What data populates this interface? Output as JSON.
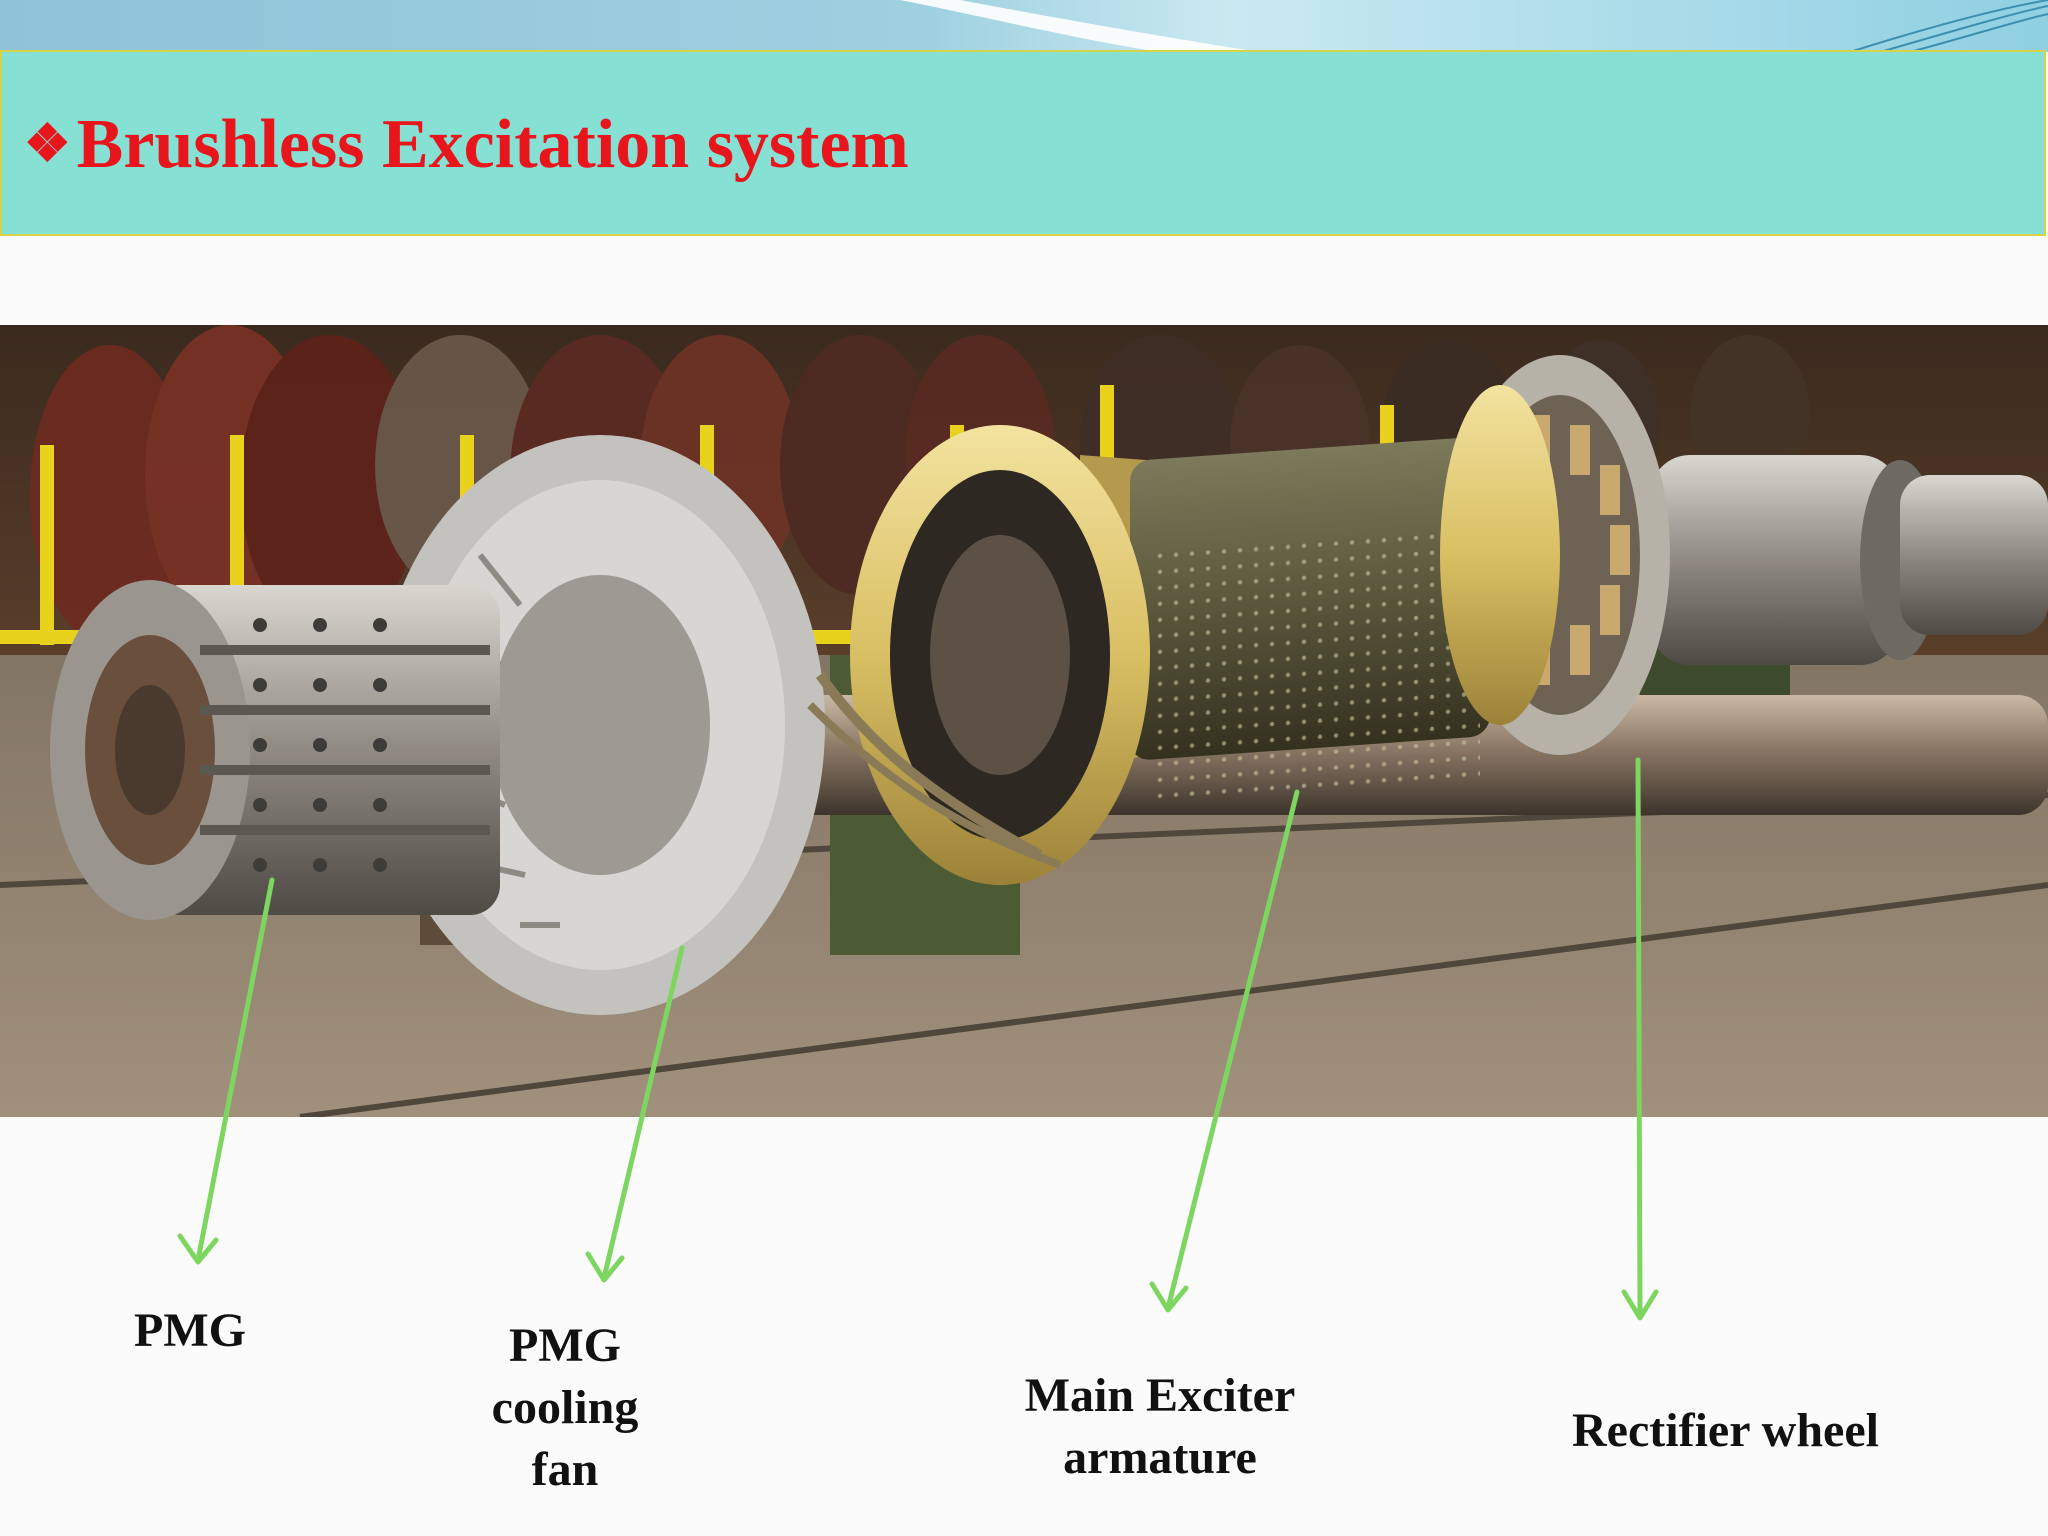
{
  "slide": {
    "bullet": "❖",
    "title": "Brushless Excitation system"
  },
  "photo": {
    "description_icon": "generator-rotor-photo"
  },
  "labels": {
    "pmg": "PMG",
    "pmg_cooling_fan": [
      "PMG",
      "cooling",
      "fan"
    ],
    "main_exciter": [
      "Main Exciter",
      "armature"
    ],
    "rectifier_wheel": "Rectifier wheel"
  },
  "colors": {
    "title_text": "#e8151c",
    "title_bar": "#86e0d3",
    "arrow": "#7dd660"
  }
}
